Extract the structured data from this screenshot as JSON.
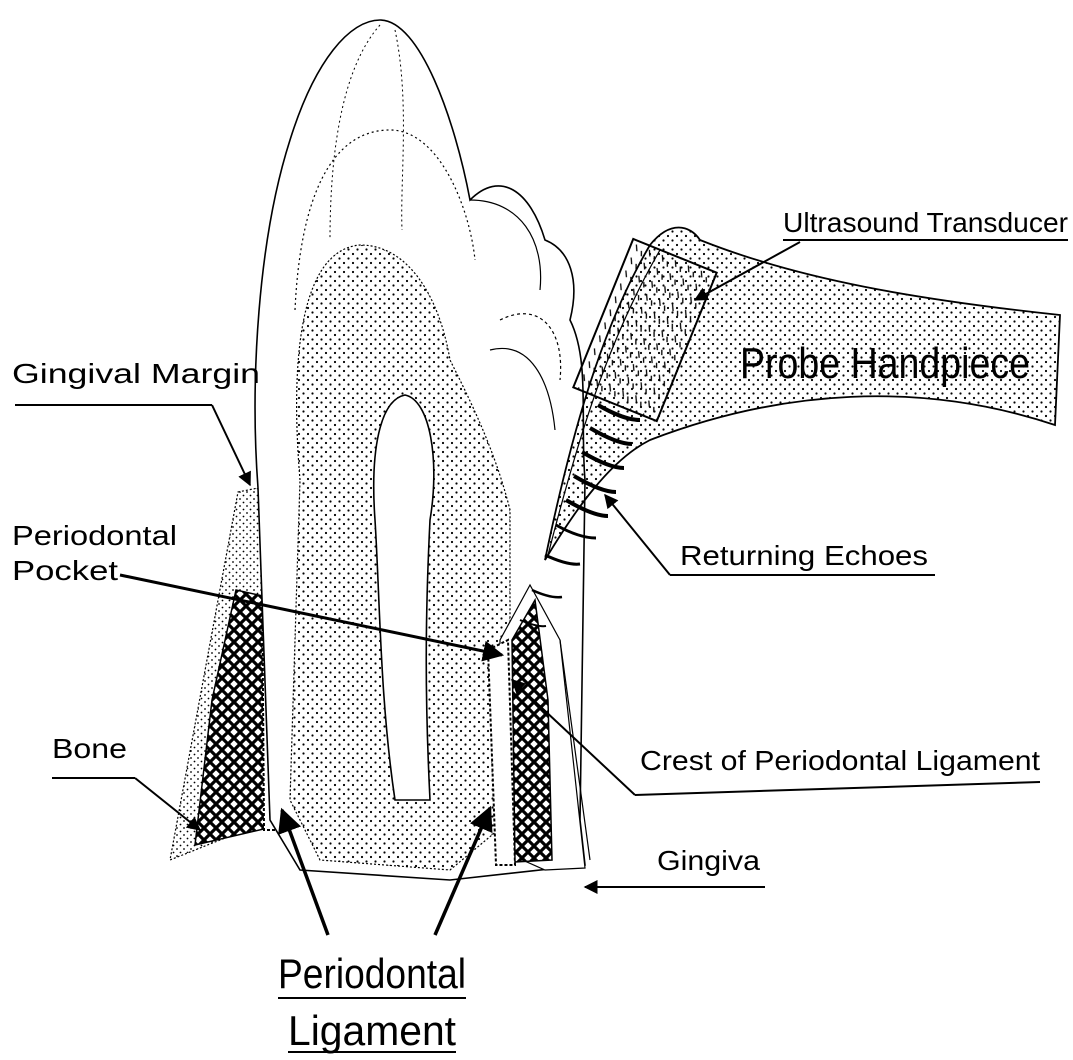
{
  "labels": {
    "ultrasound_transducer": "Ultrasound Transducer",
    "probe_handpiece": "Probe Handpiece",
    "gingival_margin": "Gingival Margin",
    "periodontal_pocket_line1": "Periodontal",
    "periodontal_pocket_line2": "Pocket",
    "returning_echoes": "Returning Echoes",
    "bone": "Bone",
    "crest_of_periodontal_ligament": "Crest of Periodontal Ligament",
    "gingiva": "Gingiva",
    "periodontal_ligament_line1": "Periodontal",
    "periodontal_ligament_line2": "Ligament"
  },
  "colors": {
    "ink": "#000000",
    "paper": "#ffffff"
  }
}
